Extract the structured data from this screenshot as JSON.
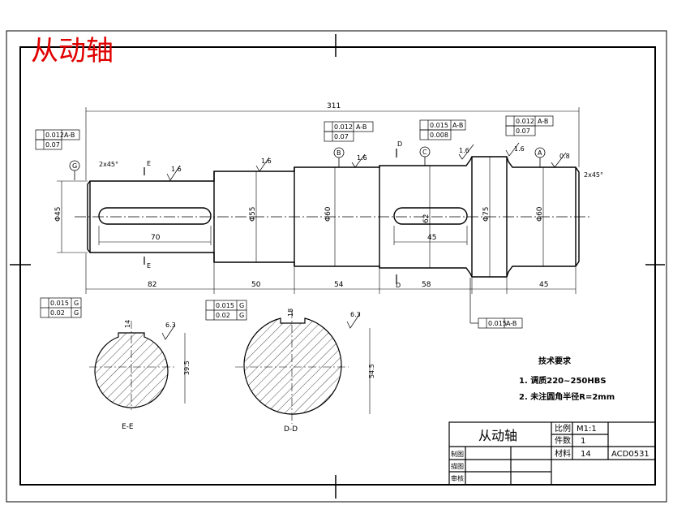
{
  "title": "从动轴",
  "overall_length": "311",
  "dimensions": {
    "len_82": "82",
    "len_50": "50",
    "len_54": "54",
    "len_58": "58",
    "len_45": "45",
    "key1_len": "70",
    "key2_len": "45",
    "d45": "Φ45",
    "d55": "Φ55",
    "d60_1": "Φ60",
    "d62": "62",
    "d75": "Φ75",
    "d60_2": "Φ60",
    "chamfer": "2x45°",
    "section_e_depth": "39.5",
    "section_d_depth": "54.5",
    "key_w_e": "14",
    "key_w_d": "18"
  },
  "roughness": {
    "r16": "1.6",
    "r63": "6.3",
    "r08": "0.8"
  },
  "datums": {
    "a": "A",
    "b": "B",
    "c": "C",
    "g": "G"
  },
  "section_marks": {
    "e": "E",
    "d": "D"
  },
  "tolerances": {
    "left": {
      "runout": "0.012",
      "ref": "A-B",
      "cyl": "0.07"
    },
    "mid": {
      "runout": "0.012",
      "ref": "A-B",
      "cyl": "0.07"
    },
    "c": {
      "runout": "0.015",
      "ref": "A-B",
      "cyl": "0.008"
    },
    "right": {
      "runout": "0.012",
      "ref": "A-B",
      "cyl": "0.07"
    },
    "bottom": {
      "runout": "0.015",
      "ref": "A-B"
    },
    "sec_e": {
      "par": "0.015",
      "par_ref": "G",
      "sym": "0.02",
      "sym_ref": "G"
    },
    "sec_d": {
      "par": "0.015",
      "par_ref": "G",
      "sym": "0.02",
      "sym_ref": "G"
    }
  },
  "section_labels": {
    "e": "E-E",
    "d": "D-D"
  },
  "tech_notes": {
    "heading": "技术要求",
    "item1": "1. 调质220~250HBS",
    "item2": "2. 未注圆角半径R=2mm"
  },
  "title_block": {
    "name": "从动轴",
    "scale_label": "比例",
    "scale_value": "M1:1",
    "qty_label": "件数",
    "qty_value": "1",
    "material_label": "材料",
    "material_value": "14",
    "drawing_no": "ACD0531",
    "row1": "制图",
    "row2": "描图",
    "row3": "审核"
  }
}
